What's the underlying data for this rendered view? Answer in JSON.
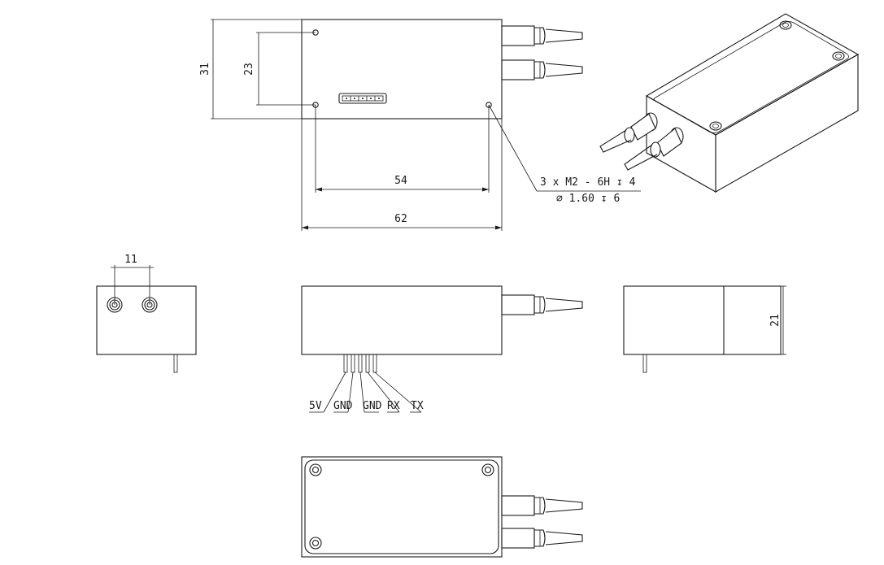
{
  "dimensions": {
    "height_31": "31",
    "hole_spacing_23": "23",
    "hole_spacing_54": "54",
    "width_62": "62",
    "fiber_spacing_11": "11",
    "height_21": "21"
  },
  "callout": {
    "line1": "3 x  M2 - 6H ↧ 4",
    "line2": "∅ 1.60 ↧ 6"
  },
  "pins": [
    "5V",
    "GND",
    "GND",
    "RX",
    "TX"
  ]
}
